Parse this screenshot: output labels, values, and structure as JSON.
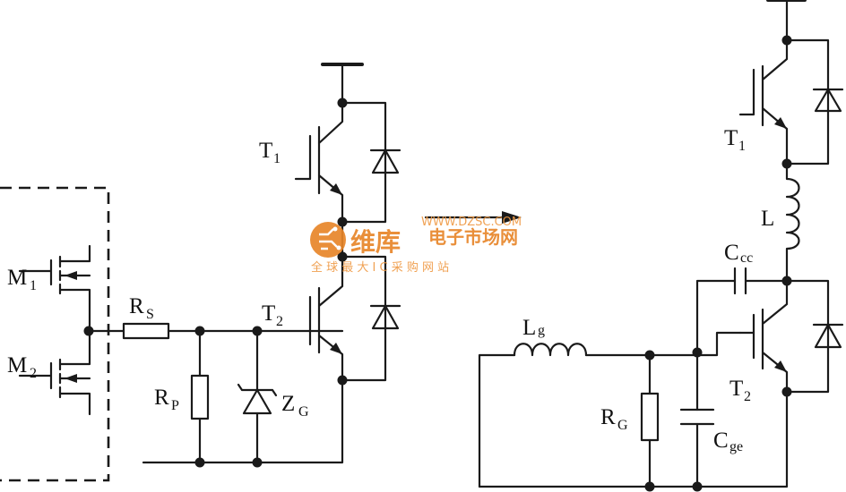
{
  "left_circuit": {
    "labels": {
      "m1": "M",
      "m1_sub": "1",
      "m2": "M",
      "m2_sub": "2",
      "rs": "R",
      "rs_sub": "S",
      "rp": "R",
      "rp_sub": "P",
      "zg": "Z",
      "zg_sub": "G",
      "t1": "T",
      "t1_sub": "1",
      "t2": "T",
      "t2_sub": "2"
    }
  },
  "right_circuit": {
    "labels": {
      "t1": "T",
      "t1_sub": "1",
      "t2": "T",
      "t2_sub": "2",
      "l": "L",
      "lg": "L",
      "lg_sub": "g",
      "rg": "R",
      "rg_sub": "G",
      "ccc": "C",
      "ccc_sub": "cc",
      "cge": "C",
      "cge_sub": "ge"
    }
  },
  "watermark": {
    "brand": "维库",
    "site_name": "电子市场网",
    "url": "WWW.DZSC.COM",
    "tagline": "全 球 最 大 I C 采 购 网 站"
  }
}
